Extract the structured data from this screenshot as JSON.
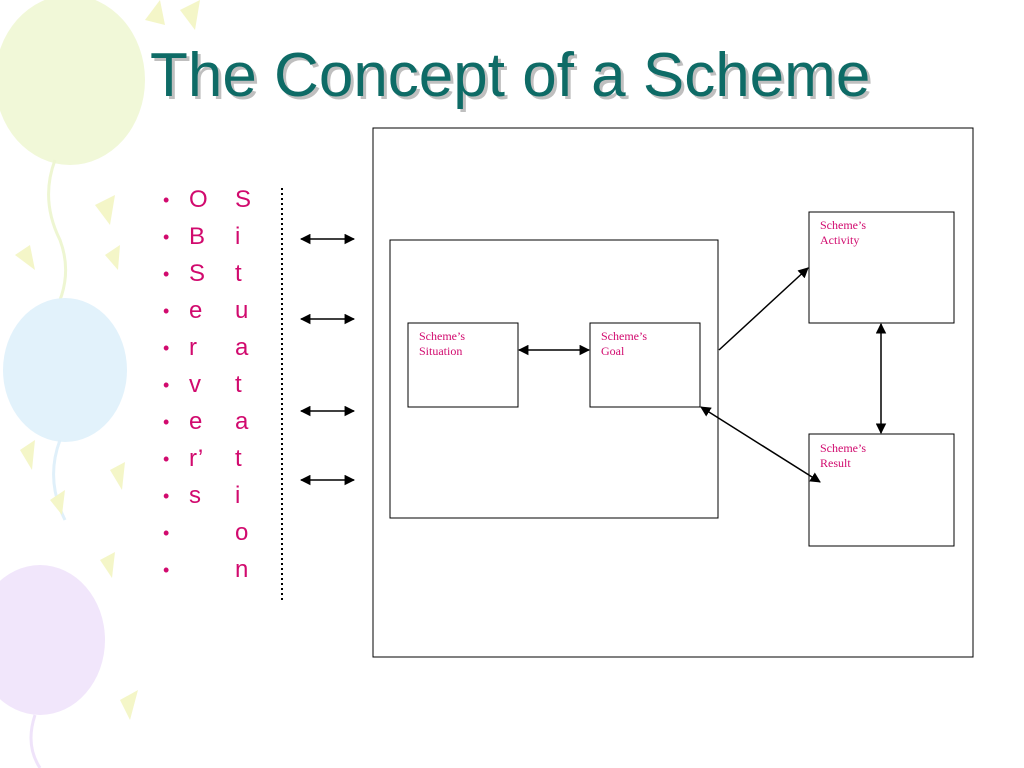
{
  "slide": {
    "title": "The Concept of a Scheme",
    "accent_color": "#0e6b66",
    "text_color": "#d10a6e"
  },
  "bullets": [
    {
      "left": "O",
      "right": "S"
    },
    {
      "left": "B",
      "right": "i"
    },
    {
      "left": "S",
      "right": "t"
    },
    {
      "left": "e",
      "right": "u"
    },
    {
      "left": "r",
      "right": "a"
    },
    {
      "left": "v",
      "right": "t"
    },
    {
      "left": "e",
      "right": "a"
    },
    {
      "left": "r’",
      "right": "t"
    },
    {
      "left": "s",
      "right": "i"
    },
    {
      "left": "",
      "right": "o"
    },
    {
      "left": "",
      "right": "n"
    }
  ],
  "bullet_marker": "•",
  "diagram": {
    "nodes": {
      "situation": "Scheme’s\nSituation",
      "goal": "Scheme’s\nGoal",
      "activity": "Scheme’s\nActivity",
      "result": "Scheme’s\nResult"
    },
    "edges": [
      {
        "from": "situation",
        "to": "goal",
        "type": "bidirectional"
      },
      {
        "from": "inner-frame",
        "to": "activity",
        "type": "directed"
      },
      {
        "from": "activity",
        "to": "result",
        "type": "bidirectional"
      },
      {
        "from": "result",
        "to": "goal",
        "type": "bidirectional"
      }
    ]
  }
}
